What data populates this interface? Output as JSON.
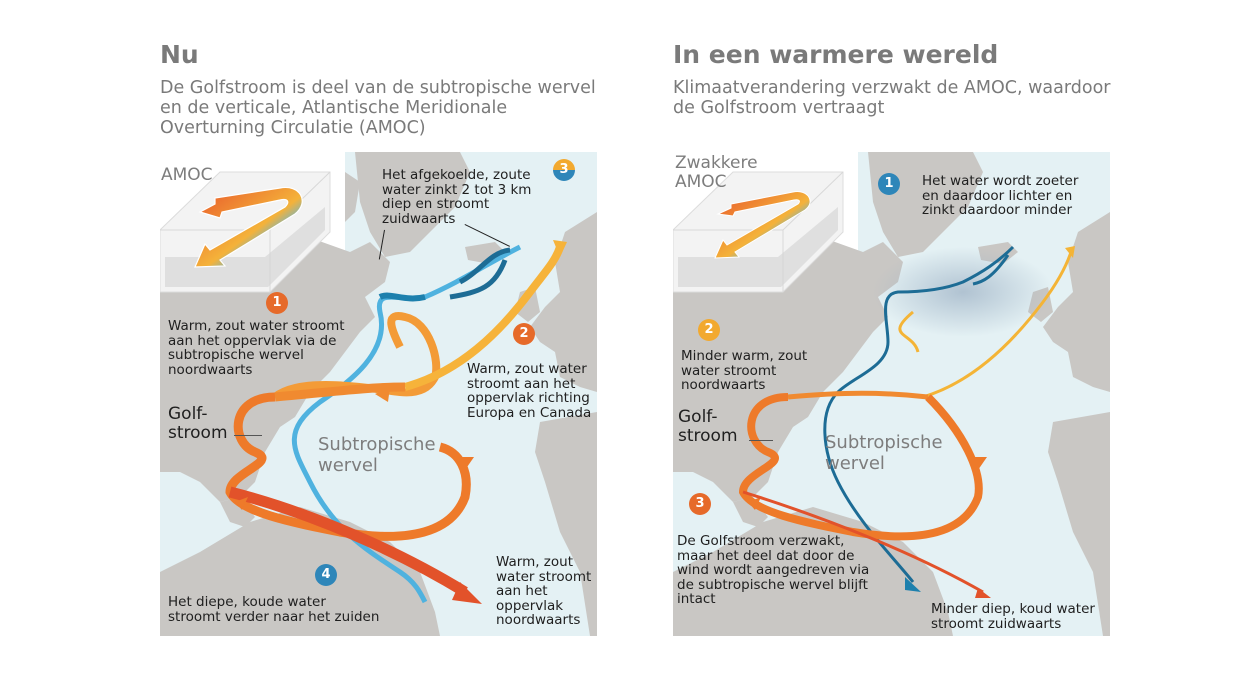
{
  "colors": {
    "ocean": "#e4f1f4",
    "land": "#c9c7c4",
    "warm_orange": "#ee7a2a",
    "warm_red": "#e2522a",
    "warm_yellow": "#f5b836",
    "cold_blue_light": "#4fb2df",
    "cold_blue_dark": "#1d6c95",
    "title_gray": "#7a7a7a",
    "badge_orange": "#e66a2a",
    "badge_yellow": "#f2a92f",
    "badge_blue": "#2e86b9"
  },
  "left": {
    "title": "Nu",
    "subtitle_lines": [
      "De Golfstroom is deel van de subtropische wervel",
      "en de verticale, Atlantische Meridionale",
      "Overturning Circulatie (AMOC)"
    ],
    "amoc_label": "AMOC",
    "annotations": [
      {
        "badge": "1",
        "lines": [
          "Warm, zout water stroomt",
          "aan het oppervlak via de",
          "subtropische wervel",
          "noordwaarts"
        ]
      },
      {
        "badge": "2",
        "lines": [
          "Warm, zout water",
          "stroomt aan het",
          "oppervlak richting",
          "Europa en Canada"
        ]
      },
      {
        "badge": "3",
        "lines": [
          "Het afgekoelde, zoute",
          "water zinkt 2 tot 3 km",
          "diep en stroomt",
          "zuidwaarts"
        ]
      },
      {
        "badge": "4",
        "lines": [
          "Het diepe, koude water",
          "stroomt verder naar het zuiden"
        ]
      }
    ],
    "south_note_lines": [
      "Warm, zout",
      "water stroomt",
      "aan het",
      "oppervlak",
      "noordwaarts"
    ],
    "gulfstream_label_lines": [
      "Golf-",
      "stroom"
    ],
    "gyre_label_lines": [
      "Subtropische",
      "wervel"
    ]
  },
  "right": {
    "title": "In een warmere wereld",
    "subtitle_lines": [
      "Klimaatverandering verzwakt de AMOC, waardoor",
      "de Golfstroom vertraagt"
    ],
    "amoc_label_lines": [
      "Zwakkere",
      "AMOC"
    ],
    "annotations": [
      {
        "badge": "1",
        "lines": [
          "Het water wordt zoeter",
          "en daardoor lichter en",
          "zinkt daardoor minder"
        ]
      },
      {
        "badge": "2",
        "lines": [
          "Minder warm, zout",
          "water stroomt",
          "noordwaarts"
        ]
      },
      {
        "badge": "3",
        "lines": [
          "De Golfstroom verzwakt,",
          "maar het deel dat door de",
          "wind wordt aangedreven via",
          "de subtropische wervel blijft",
          "intact"
        ]
      }
    ],
    "south_note_lines": [
      "Minder diep, koud water",
      "stroomt zuidwaarts"
    ],
    "gulfstream_label_lines": [
      "Golf-",
      "stroom"
    ],
    "gyre_label_lines": [
      "Subtropische",
      "wervel"
    ]
  }
}
